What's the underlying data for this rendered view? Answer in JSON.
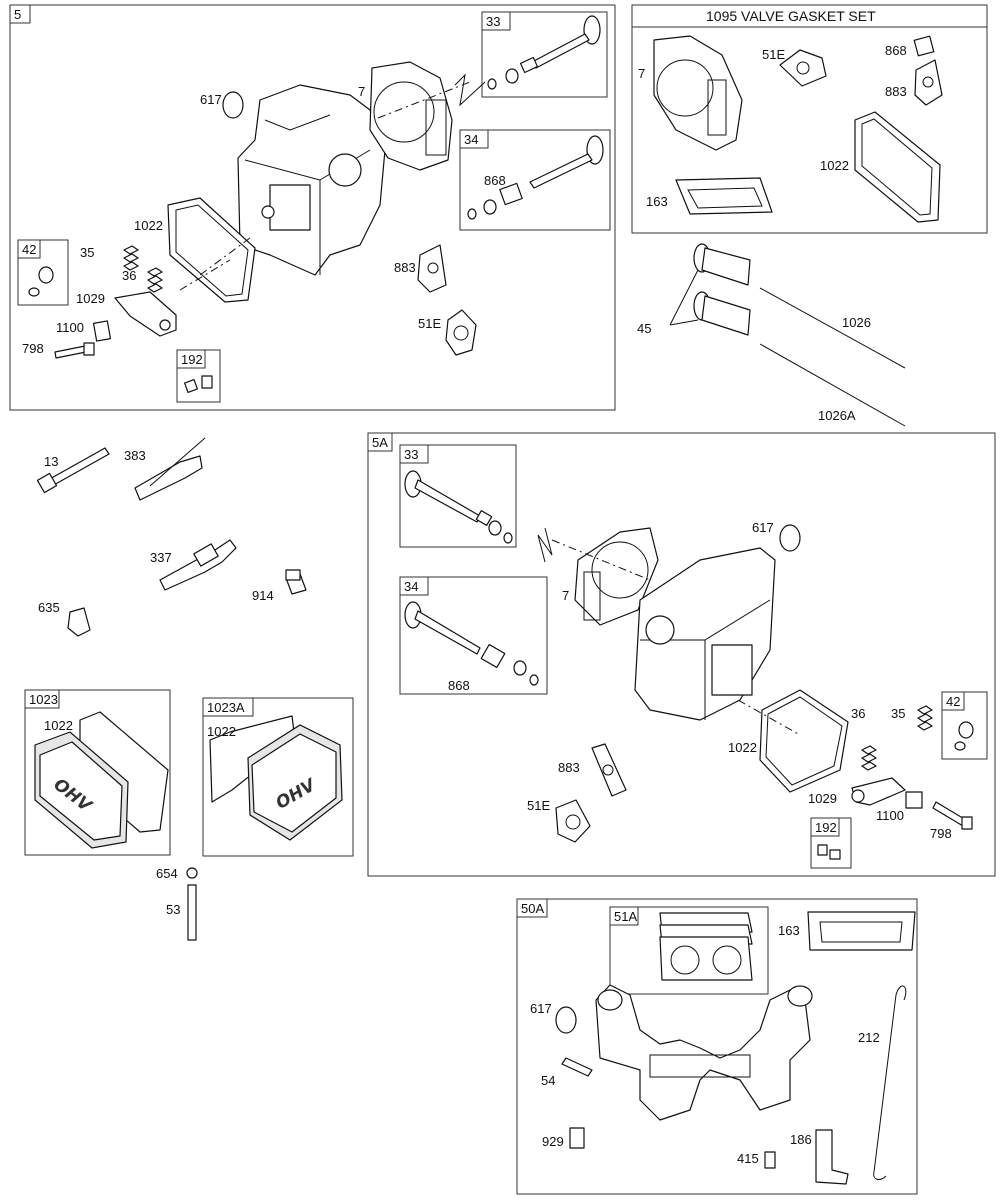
{
  "groups": {
    "g5": "5",
    "g5a": "5A",
    "g50a": "50A",
    "g1095": "1095 VALVE GASKET SET",
    "g1023": "1023",
    "g1023a": "1023A"
  },
  "subboxes": {
    "b33": "33",
    "b34": "34",
    "b42": "42",
    "b192": "192",
    "b33a": "33",
    "b34a": "34",
    "b42a": "42",
    "b192a": "192",
    "b51a": "51A"
  },
  "callouts": {
    "c617": "617",
    "c7": "7",
    "c868": "868",
    "c1022": "1022",
    "c35": "35",
    "c36": "36",
    "c1029": "1029",
    "c1100": "1100",
    "c798": "798",
    "c883": "883",
    "c51e": "51E",
    "k7": "7",
    "k51e": "51E",
    "k868": "868",
    "k883": "883",
    "k1022": "1022",
    "k163": "163",
    "c45": "45",
    "c1026": "1026",
    "c1026a": "1026A",
    "c13": "13",
    "c383": "383",
    "c337": "337",
    "c914": "914",
    "c635": "635",
    "v1022": "1022",
    "w1022": "1022",
    "c654": "654",
    "c53": "53",
    "a7": "7",
    "a617": "617",
    "a868": "868",
    "a36": "36",
    "a35": "35",
    "a1022": "1022",
    "a883": "883",
    "a51e": "51E",
    "a1029": "1029",
    "a1100": "1100",
    "a798": "798",
    "m163": "163",
    "m617": "617",
    "m212": "212",
    "m54": "54",
    "m929": "929",
    "m186": "186",
    "m415": "415"
  },
  "logo_text": "OHV"
}
